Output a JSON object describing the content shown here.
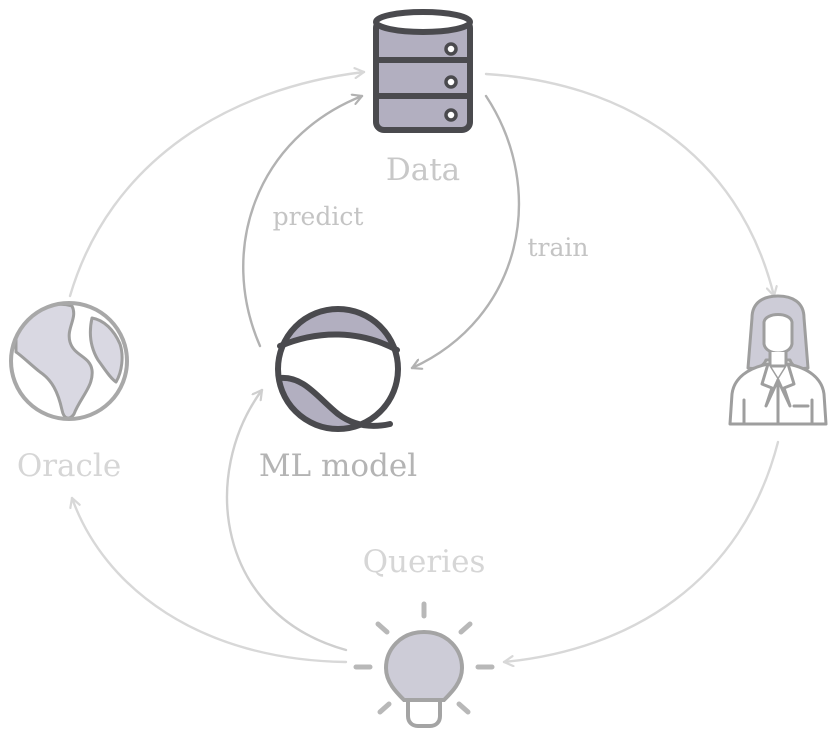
{
  "nodes": {
    "data": {
      "label": "Data",
      "icon": "database-icon"
    },
    "model": {
      "label": "ML model",
      "icon": "ml-model-ball-icon"
    },
    "oracle": {
      "label": "Oracle",
      "icon": "globe-icon"
    },
    "expert": {
      "label": "",
      "icon": "scientist-icon"
    },
    "queries": {
      "label": "Queries",
      "icon": "lightbulb-icon"
    }
  },
  "edges": {
    "predict": "predict",
    "train": "train"
  },
  "colors": {
    "dark_stroke": "#4a4a4e",
    "dark_fill": "#b2afc0",
    "mid_stroke": "#aaaaaa",
    "light_stroke": "#cccccc",
    "light_fill": "#dcdbe3",
    "pale_arrow": "#dadada",
    "label_light": "#c8c8c8",
    "label_mid": "#b4b4b4",
    "label_pale": "#d6d6d6"
  }
}
